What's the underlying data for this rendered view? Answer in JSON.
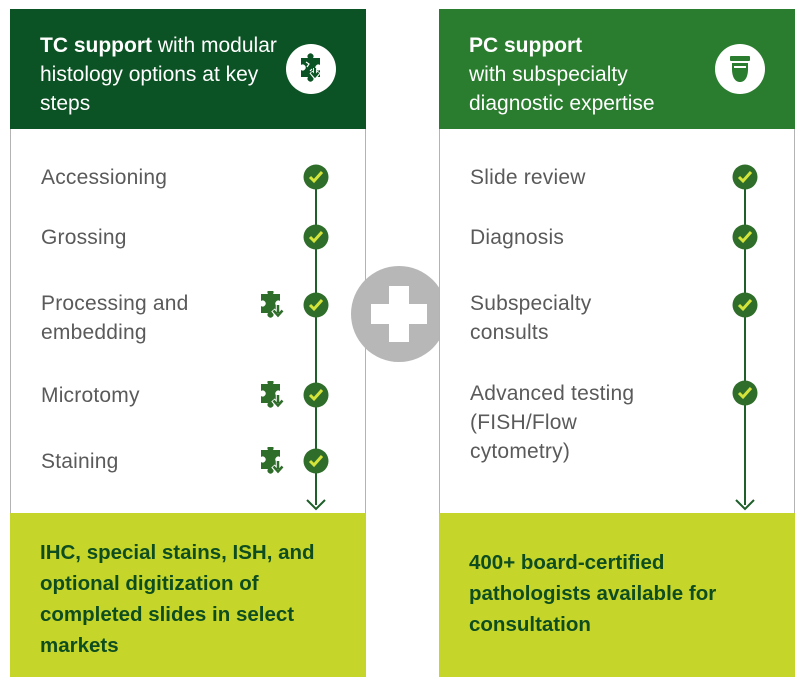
{
  "left_panel": {
    "header_bold": "TC support",
    "header_rest": " with modular histology options at key steps",
    "icon": "puzzle-download-icon",
    "steps": [
      {
        "label": "Accessioning",
        "modular": false
      },
      {
        "label": "Grossing",
        "modular": false
      },
      {
        "label": "Processing and embedding",
        "modular": true
      },
      {
        "label": "Microtomy",
        "modular": true
      },
      {
        "label": "Staining",
        "modular": true
      }
    ],
    "footer": "IHC, special stains, ISH, and optional digitization of completed slides in select markets"
  },
  "right_panel": {
    "header_bold": "PC support",
    "header_rest": "with subspecialty diagnostic expertise",
    "icon": "specimen-tube-icon",
    "steps": [
      {
        "label": "Slide review"
      },
      {
        "label": "Diagnosis"
      },
      {
        "label": "Subspecialty consults"
      },
      {
        "label": "Advanced testing (FISH/Flow cytometry)"
      }
    ],
    "footer": "400+ board-certified pathologists available for consultation"
  },
  "colors": {
    "left_header": "#0b5224",
    "right_header": "#2a7c2f",
    "footer_bg": "#c5d52a",
    "footer_text": "#0e4d1f",
    "check_green": "#2f6d2a",
    "check_mark": "#d4e43a",
    "plus_gray": "#b7b7b7"
  }
}
